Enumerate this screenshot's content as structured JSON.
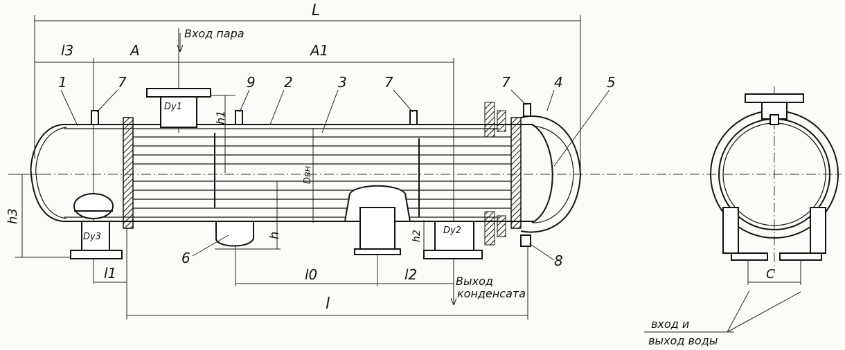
{
  "labels": {
    "L": "L",
    "l3": "l3",
    "A": "A",
    "A1": "A1",
    "steam_inlet": "Вход пара",
    "h1": "h1",
    "dy1": "Dy1",
    "dvn": "Dвн",
    "h": "h",
    "h2": "h2",
    "h3": "h3",
    "dy3": "Dy3",
    "dy2": "Dy2",
    "l1": "l1",
    "l0": "l0",
    "l2": "l2",
    "l": "l",
    "condensate_outlet_1": "Выход",
    "condensate_outlet_2": "конденсата",
    "C": "C",
    "water_1": "вход и",
    "water_2": "выход воды"
  },
  "positions": {
    "p1": "1",
    "p7a": "7",
    "p9": "9",
    "p2": "2",
    "p3": "3",
    "p7b": "7",
    "p7c": "7",
    "p4": "4",
    "p5": "5",
    "p6": "6",
    "p8": "8"
  }
}
